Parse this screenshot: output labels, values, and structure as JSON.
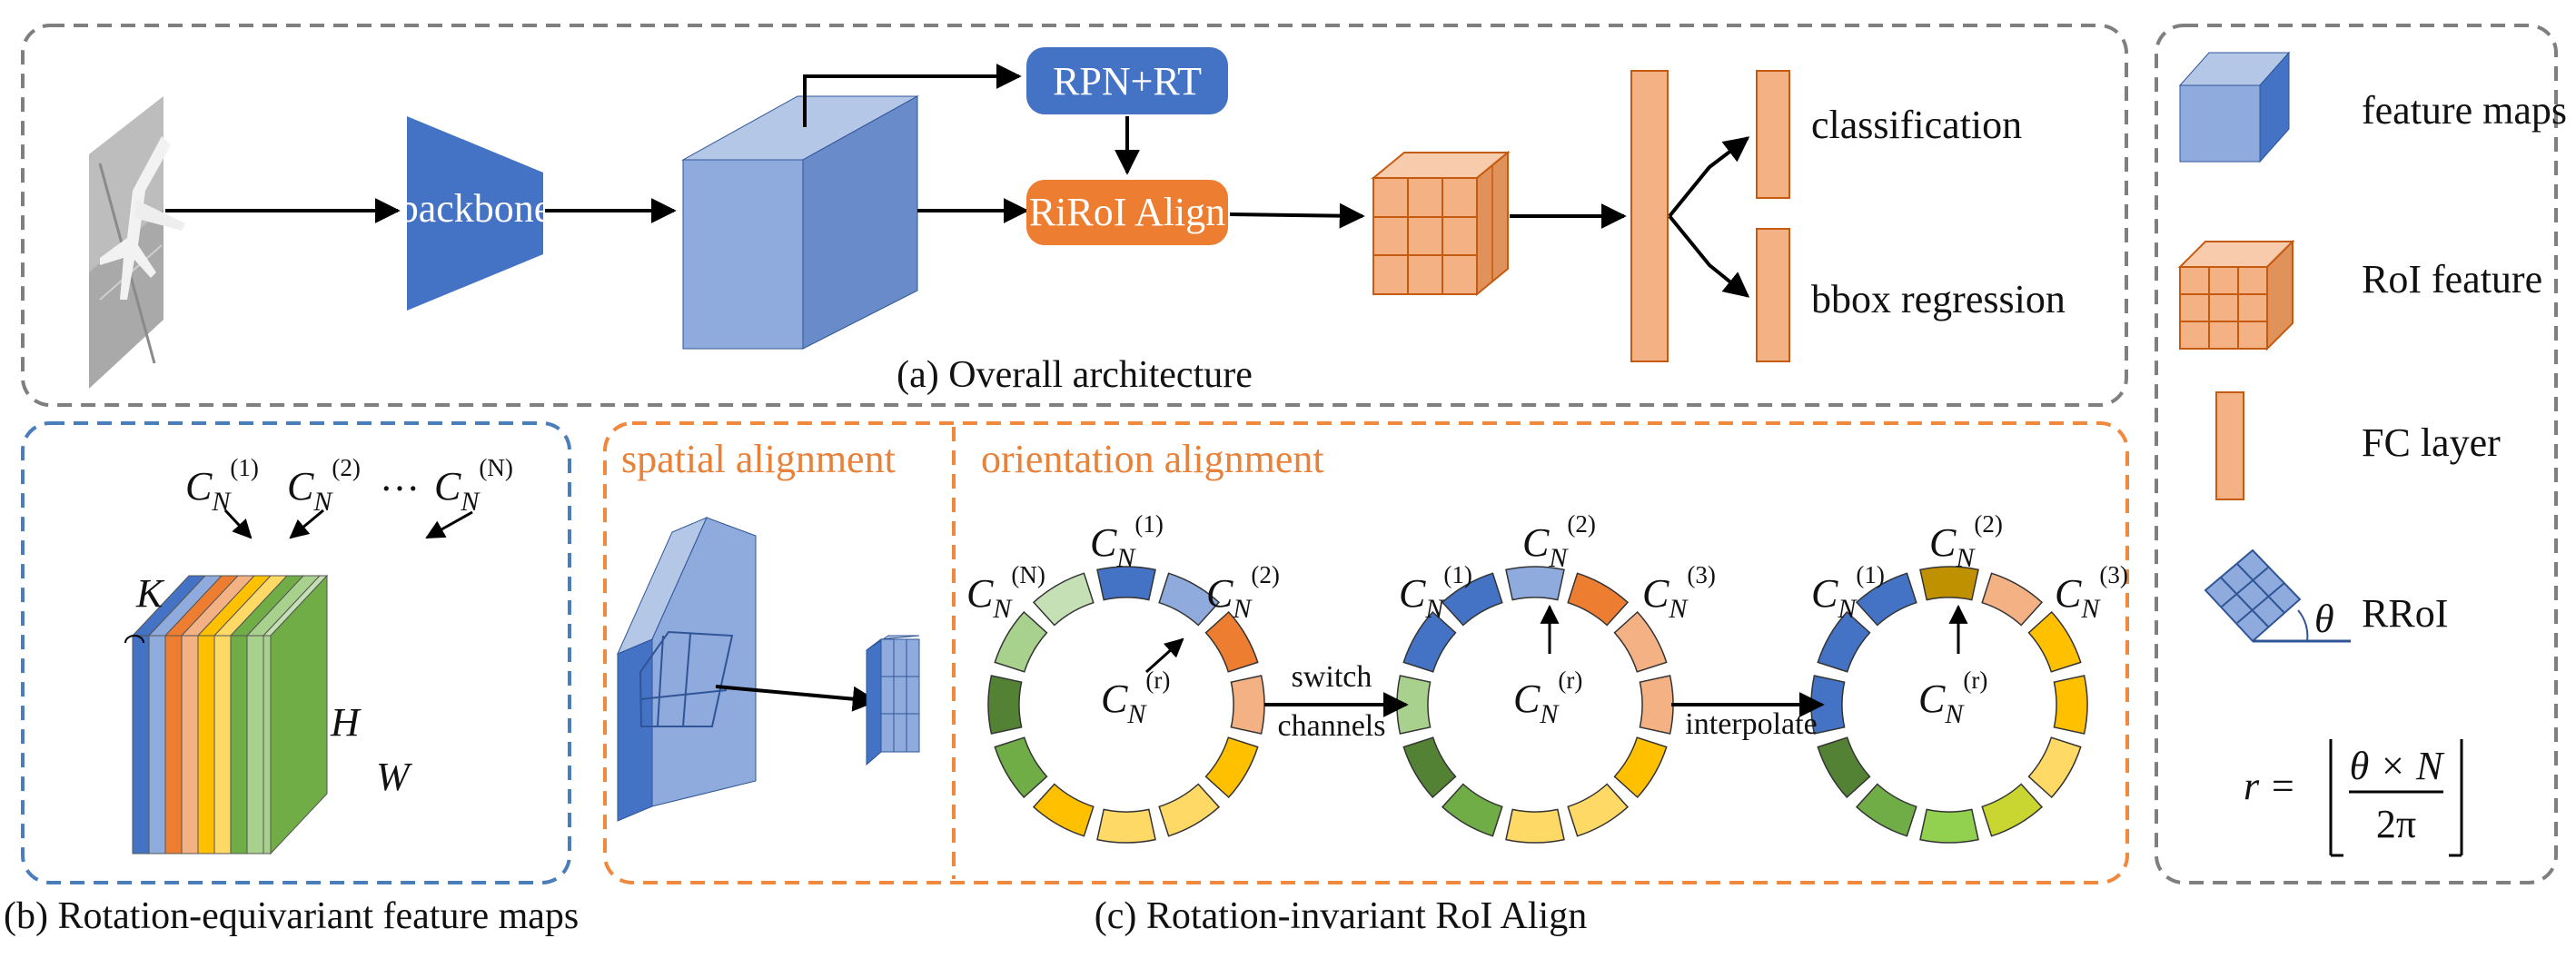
{
  "panels": {
    "a_caption": "(a) Overall architecture",
    "b_caption": "(b) Rotation-equivariant feature maps",
    "c_caption": "(c) Rotation-invariant RoI Align"
  },
  "architecture": {
    "backbone": "backbone",
    "rpn": "RPN+RT",
    "ririo_align": "RiRoI Align",
    "classification": "classification",
    "bbox_regression": "bbox regression"
  },
  "legend": {
    "feature_maps": "feature maps",
    "roi_feature": "RoI feature",
    "fc_layer": "FC layer",
    "rroi": "RRoI",
    "theta": "θ",
    "formula_lhs": "r =",
    "formula_num": "θ × N",
    "formula_den": "2π"
  },
  "equivariant": {
    "c_base": "C",
    "c_sub": "N",
    "sup1": "(1)",
    "sup2": "(2)",
    "supN": "(N)",
    "ellipsis": "…",
    "K": "K",
    "H": "H",
    "W": "W"
  },
  "alignment": {
    "spatial_title": "spatial alignment",
    "orientation_title": "orientation alignment",
    "switch_line1": "switch",
    "switch_line2": "channels",
    "interpolate": "interpolate",
    "sup_r": "(r)",
    "sup3": "(3)"
  },
  "colors": {
    "blue_face": "#8faadc",
    "blue_dark": "#4472c4",
    "orange_face": "#f4b183",
    "orange_btn": "#ed7d31",
    "dashed_gray": "#7f7f7f",
    "dashed_blue": "#4a7ebb",
    "dashed_orange": "#f0883e"
  }
}
